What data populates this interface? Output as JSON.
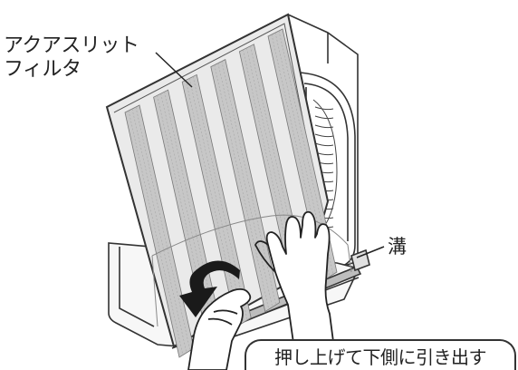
{
  "labels": {
    "filter_line1": "アクアスリット",
    "filter_line2": "フィルタ",
    "groove": "溝",
    "instruction": "押し上げて下側に引き出す"
  },
  "colors": {
    "line": "#333333",
    "panel_fill": "#e9e9e9",
    "slot_fill": "#c7c7c7",
    "arrow": "#1a1a1a"
  },
  "slot_count": 6
}
